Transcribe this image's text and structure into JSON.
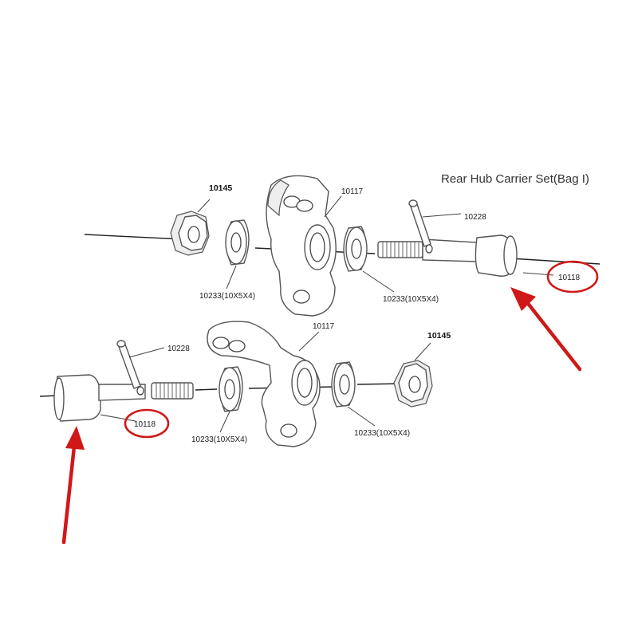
{
  "title": "Rear Hub Carrier Set(Bag I)",
  "upper_assembly": {
    "hex_hub_label": "10145",
    "inner_bearing_label": "10233(10X5X4)",
    "hub_carrier_label": "10117",
    "outer_bearing_label": "10233(10X5X4)",
    "pin_label": "10228",
    "axle_label": "10118"
  },
  "lower_assembly": {
    "hub_carrier_label": "10117",
    "pin_label": "10228",
    "hex_hub_label": "10145",
    "axle_label": "10118",
    "inner_bearing_label": "10233(10X5X4)",
    "outer_bearing_label": "10233(10X5X4)"
  },
  "highlight_color": "#d01818"
}
